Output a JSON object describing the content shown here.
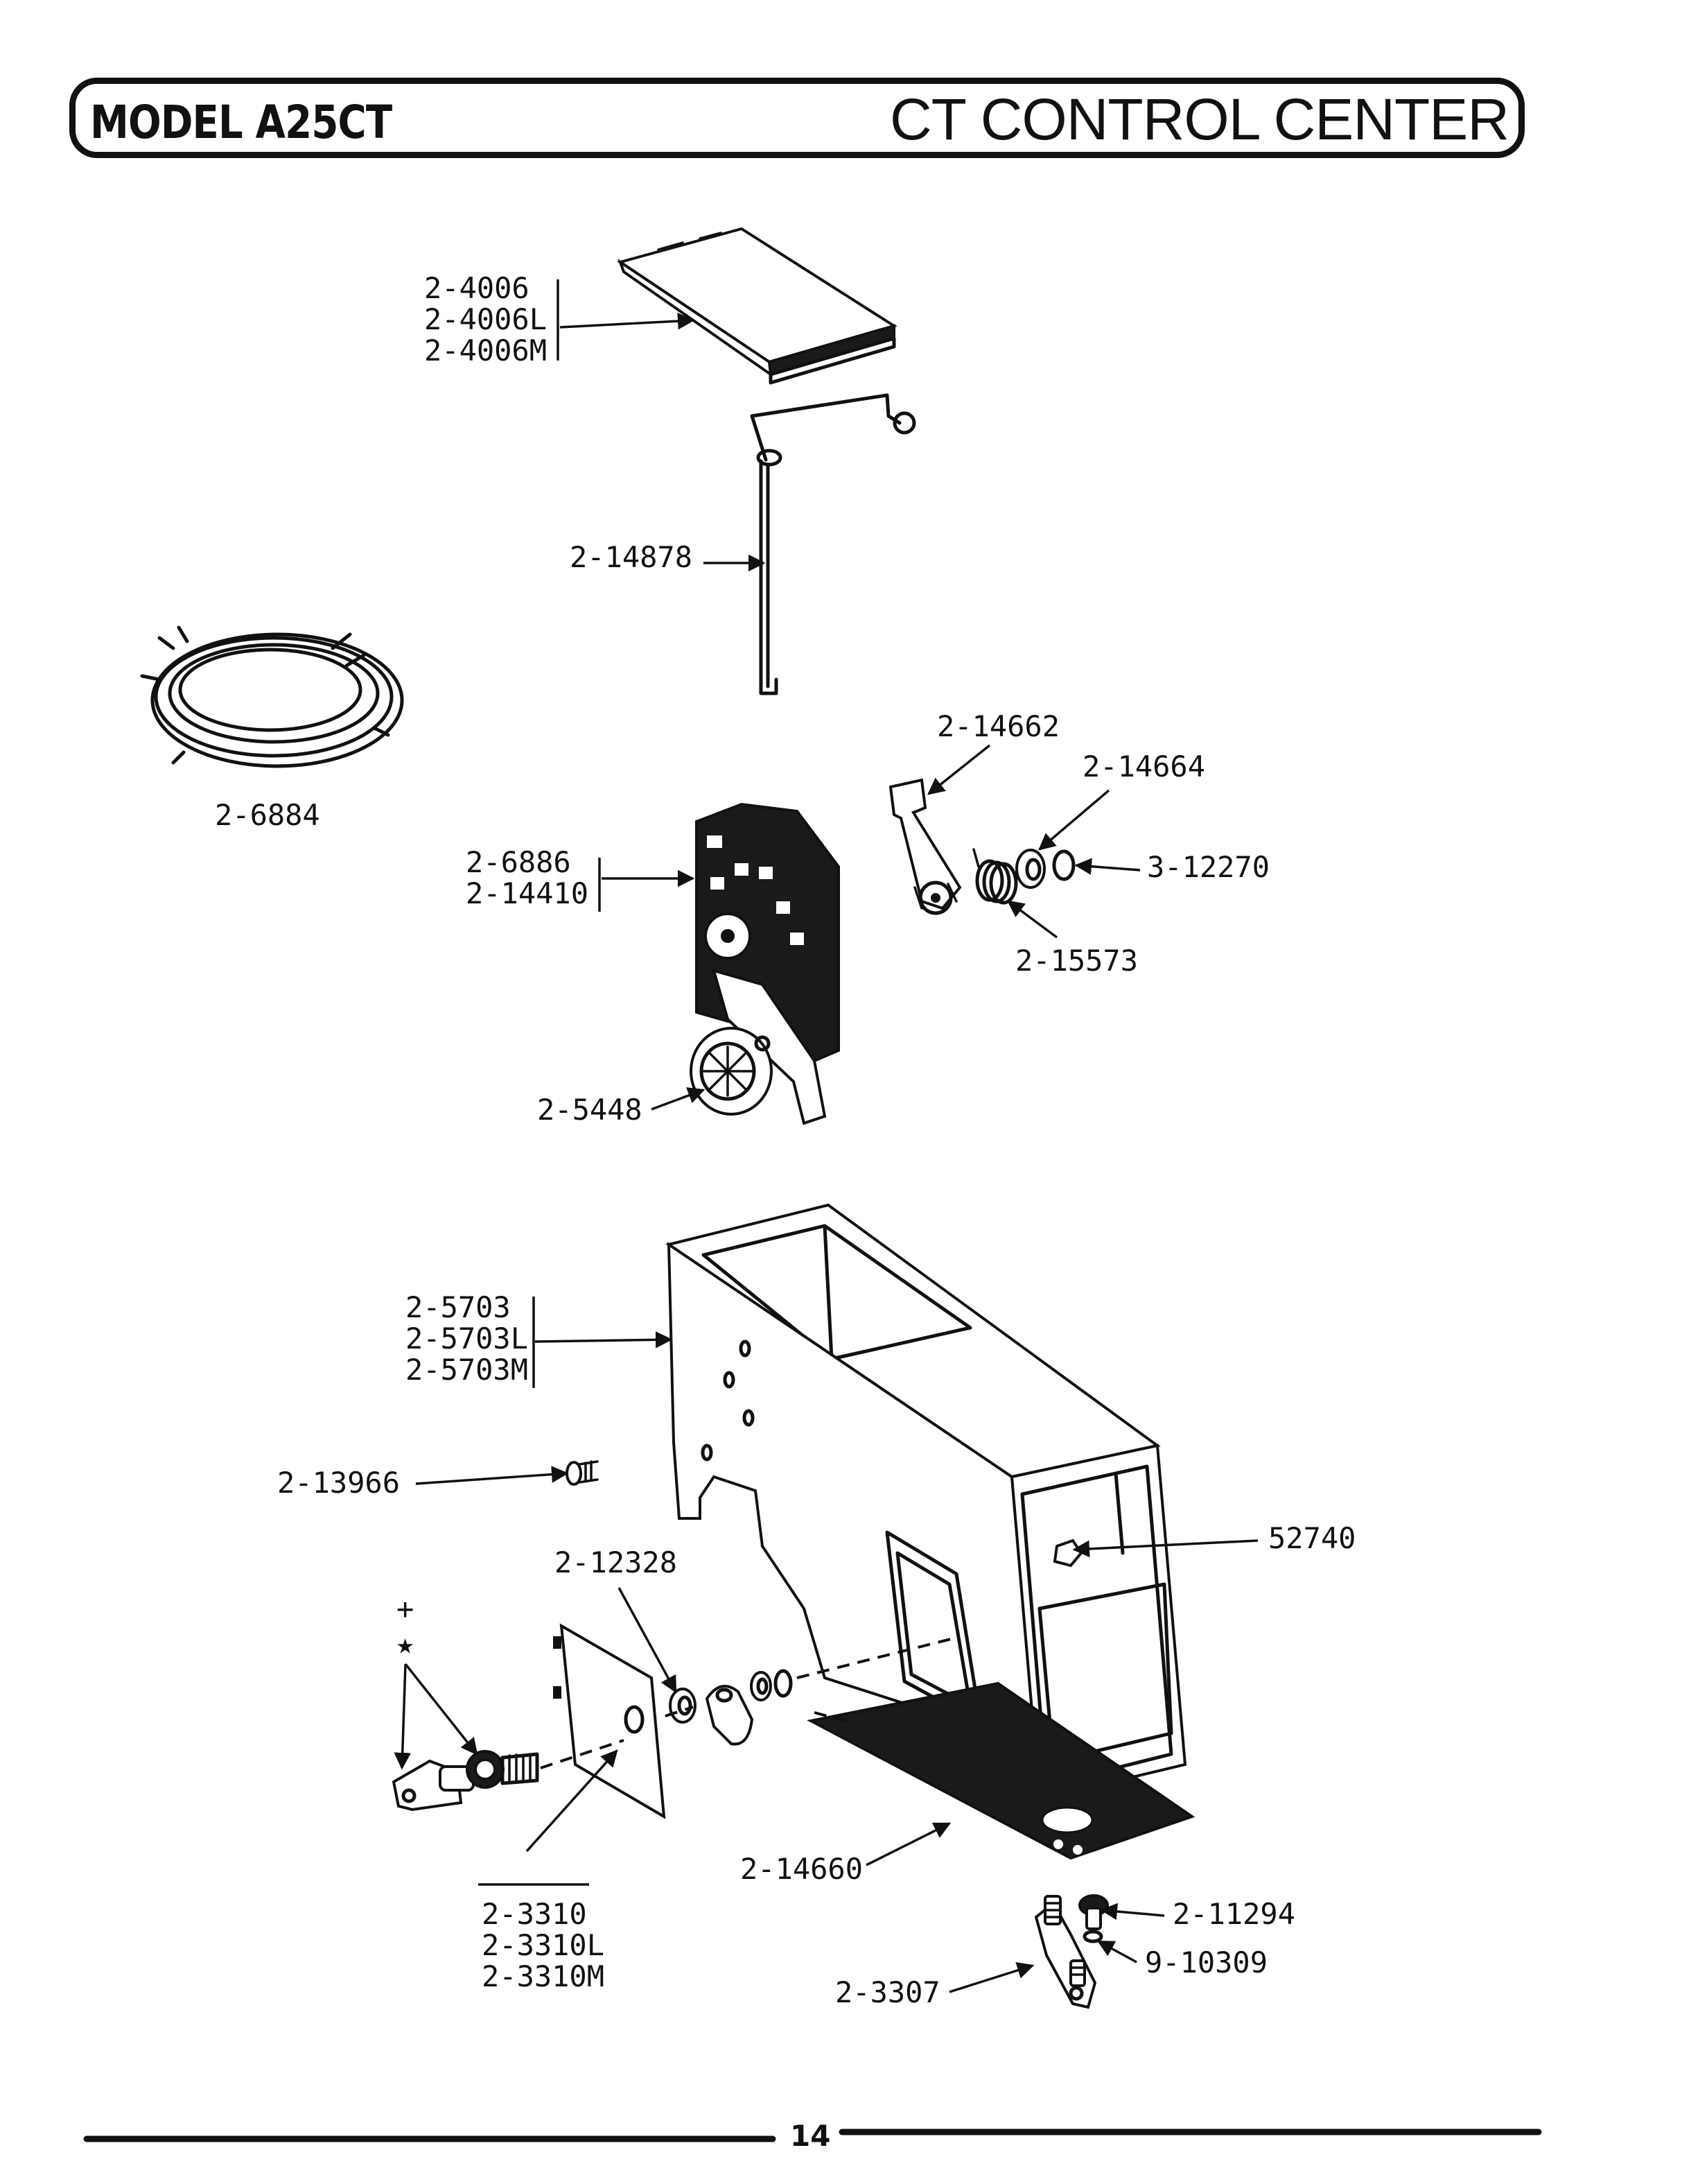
{
  "header": {
    "model": "MODEL A25CT",
    "section": "CT CONTROL CENTER"
  },
  "page_number": "14",
  "parts": {
    "cover_panel": [
      "2-4006",
      "2-4006L",
      "2-4006M"
    ],
    "rod": "2-14878",
    "wire_harness": "2-6884",
    "lever": "2-14662",
    "washer": "2-14664",
    "clip": "3-12270",
    "spring": "2-15573",
    "timer": [
      "2-6886",
      "2-14410"
    ],
    "timer_motor": "2-5448",
    "housing": [
      "2-5703",
      "2-5703L",
      "2-5703M"
    ],
    "screw_housing": "2-13966",
    "nut": "52740",
    "bushing": "2-12328",
    "marks": [
      "+",
      "★"
    ],
    "escutcheon": [
      "2-3310",
      "2-3310L",
      "2-3310M"
    ],
    "gasket": "2-14660",
    "screw_bracket": "2-11294",
    "bracket": "2-3307",
    "lockwasher": "9-10309"
  }
}
